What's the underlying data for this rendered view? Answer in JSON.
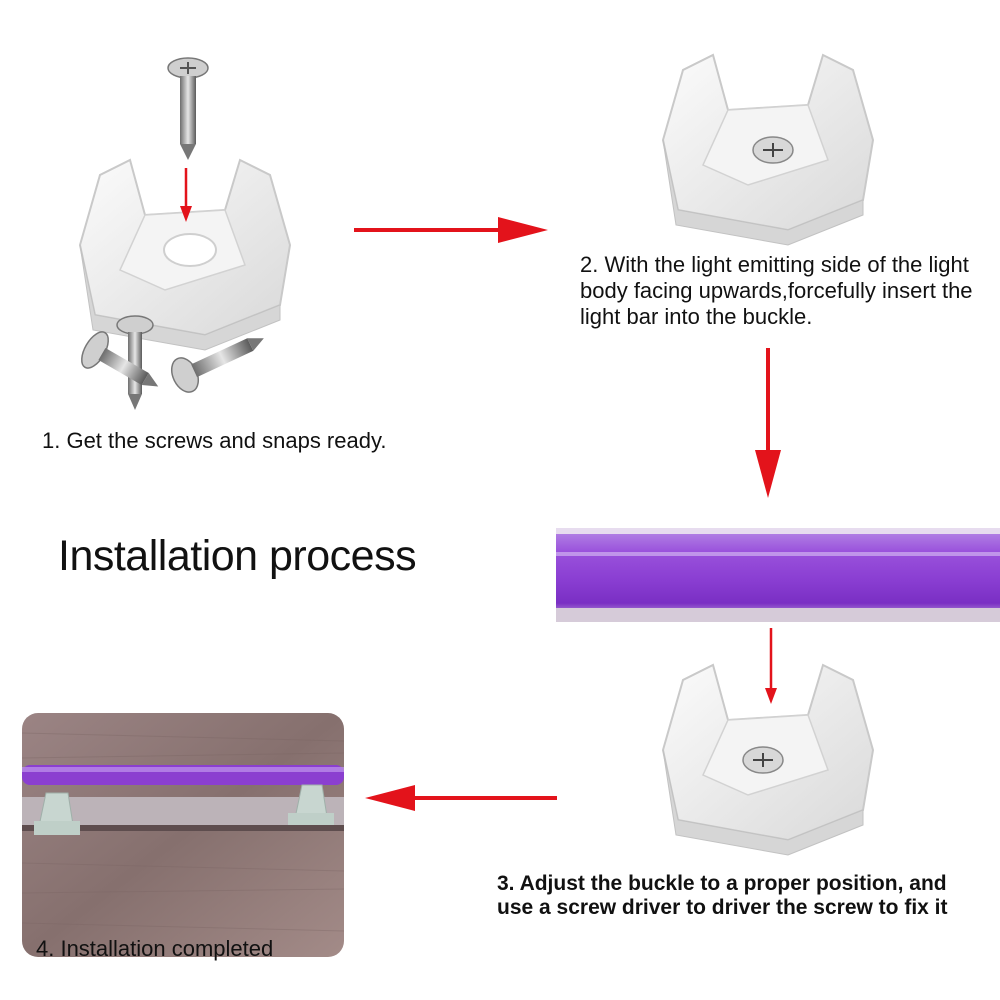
{
  "title": "Installation process",
  "steps": [
    {
      "text": "1. Get the screws and snaps ready."
    },
    {
      "text": "2. With the light emitting side of the light body facing upwards,forcefully insert the light bar into the buckle."
    },
    {
      "text": "3. Adjust the buckle to a proper position, and use a screw driver to driver the screw to fix it"
    },
    {
      "text": "4. Installation completed"
    }
  ],
  "colors": {
    "arrow": "#e3131b",
    "light_bar": "#8b3fd0",
    "clip": "#ececec",
    "wood": "#8a7170"
  }
}
